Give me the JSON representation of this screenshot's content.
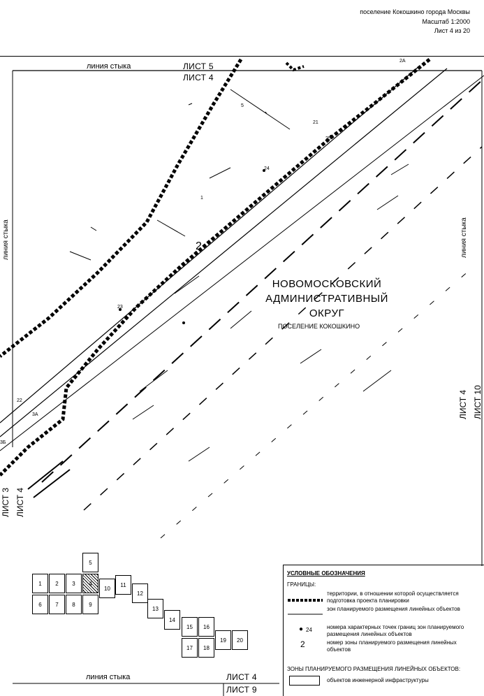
{
  "header": {
    "line1": "поселение Кокошкино города Москвы",
    "line2": "Масштаб 1:2000",
    "line3": "Лист  4 из 20"
  },
  "joins": {
    "top_label": "линия стыка",
    "top_sheet_a": "ЛИСТ 5",
    "top_sheet_b": "ЛИСТ 4",
    "left_label": "линия стыка",
    "right_label": "линия стыка",
    "right_sheet_a": "ЛИСТ 4",
    "right_sheet_b": "ЛИСТ 10",
    "left_sheet_a": "ЛИСТ 3",
    "left_sheet_b": "ЛИСТ 4",
    "bottom_label": "линия стыка",
    "bottom_sheet_a": "ЛИСТ 4",
    "bottom_sheet_b": "ЛИСТ 9"
  },
  "region": {
    "line1": "НОВОМОСКОВСКИЙ",
    "line2": "АДМИНИСТРАТИВНЫЙ",
    "line3": "ОКРУГ",
    "settlement": "ПОСЕЛЕНИЕ КОКОШКИНО"
  },
  "map_marks": {
    "zone_number": "2",
    "points": [
      "24",
      "23",
      "21",
      "22",
      "25",
      "2А",
      "1",
      "3А",
      "3Б",
      "5"
    ]
  },
  "index_sheets": [
    "5",
    "1",
    "2",
    "3",
    "4",
    "6",
    "7",
    "8",
    "9",
    "10",
    "11",
    "12",
    "13",
    "14",
    "15",
    "16",
    "17",
    "18",
    "19",
    "20"
  ],
  "index_current": "4",
  "legend": {
    "title": "УСЛОВНЫЕ ОБОЗНАЧЕНИЯ",
    "section1": "ГРАНИЦЫ:",
    "item1": "территории, в отношении которой осуществляется подготовка проекта планировки",
    "item2": "зон планируемого размещения линейных объектов",
    "item3_marker": "24",
    "item3": "номера характерных точек границ зон планируемого размещения линейных объектов",
    "item4_marker": "2",
    "item4": "номер зоны планируемого размещения линейных объектов",
    "section2": "ЗОНЫ ПЛАНИРУЕМОГО РАЗМЕЩЕНИЯ ЛИНЕЙНЫХ ОБЪЕКТОВ:",
    "item5": "объектов инженерной инфраструктуры"
  }
}
